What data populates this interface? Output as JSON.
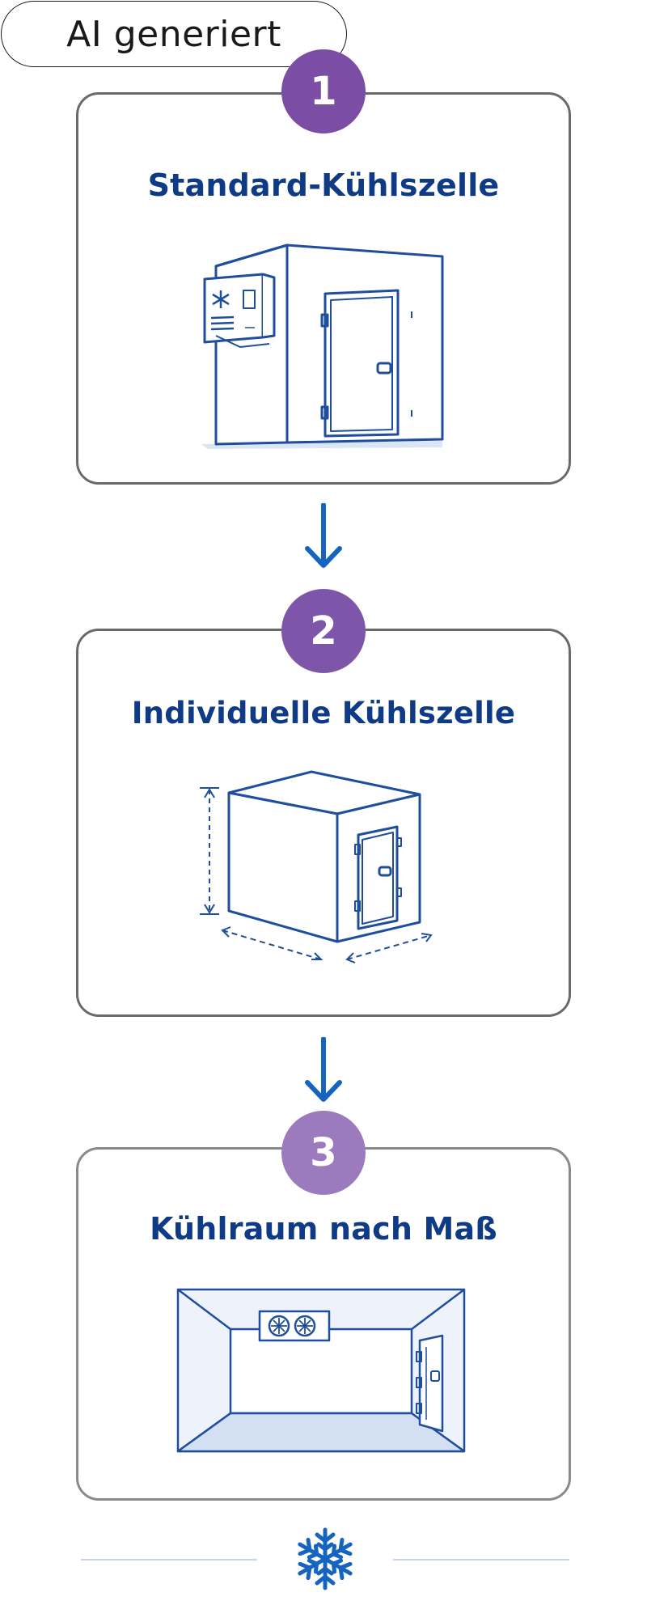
{
  "badge": {
    "label": "AI generiert"
  },
  "steps": [
    {
      "number": "1",
      "title": "Standard-Kühlszelle",
      "illustration": "standard-cooling-cell"
    },
    {
      "number": "2",
      "title": "Individuelle Kühlszelle",
      "illustration": "custom-cooling-cell-with-dimensions"
    },
    {
      "number": "3",
      "title": "Kühlraum nach Maß",
      "illustration": "custom-cold-room-interior"
    }
  ],
  "footer": {
    "icon": "snowflake-icon"
  },
  "colors": {
    "accent_blue": "#1565c0",
    "title_navy": "#0f3b86",
    "badge_purple": "#7b4da4",
    "line_blue": "#1f4e9c"
  }
}
